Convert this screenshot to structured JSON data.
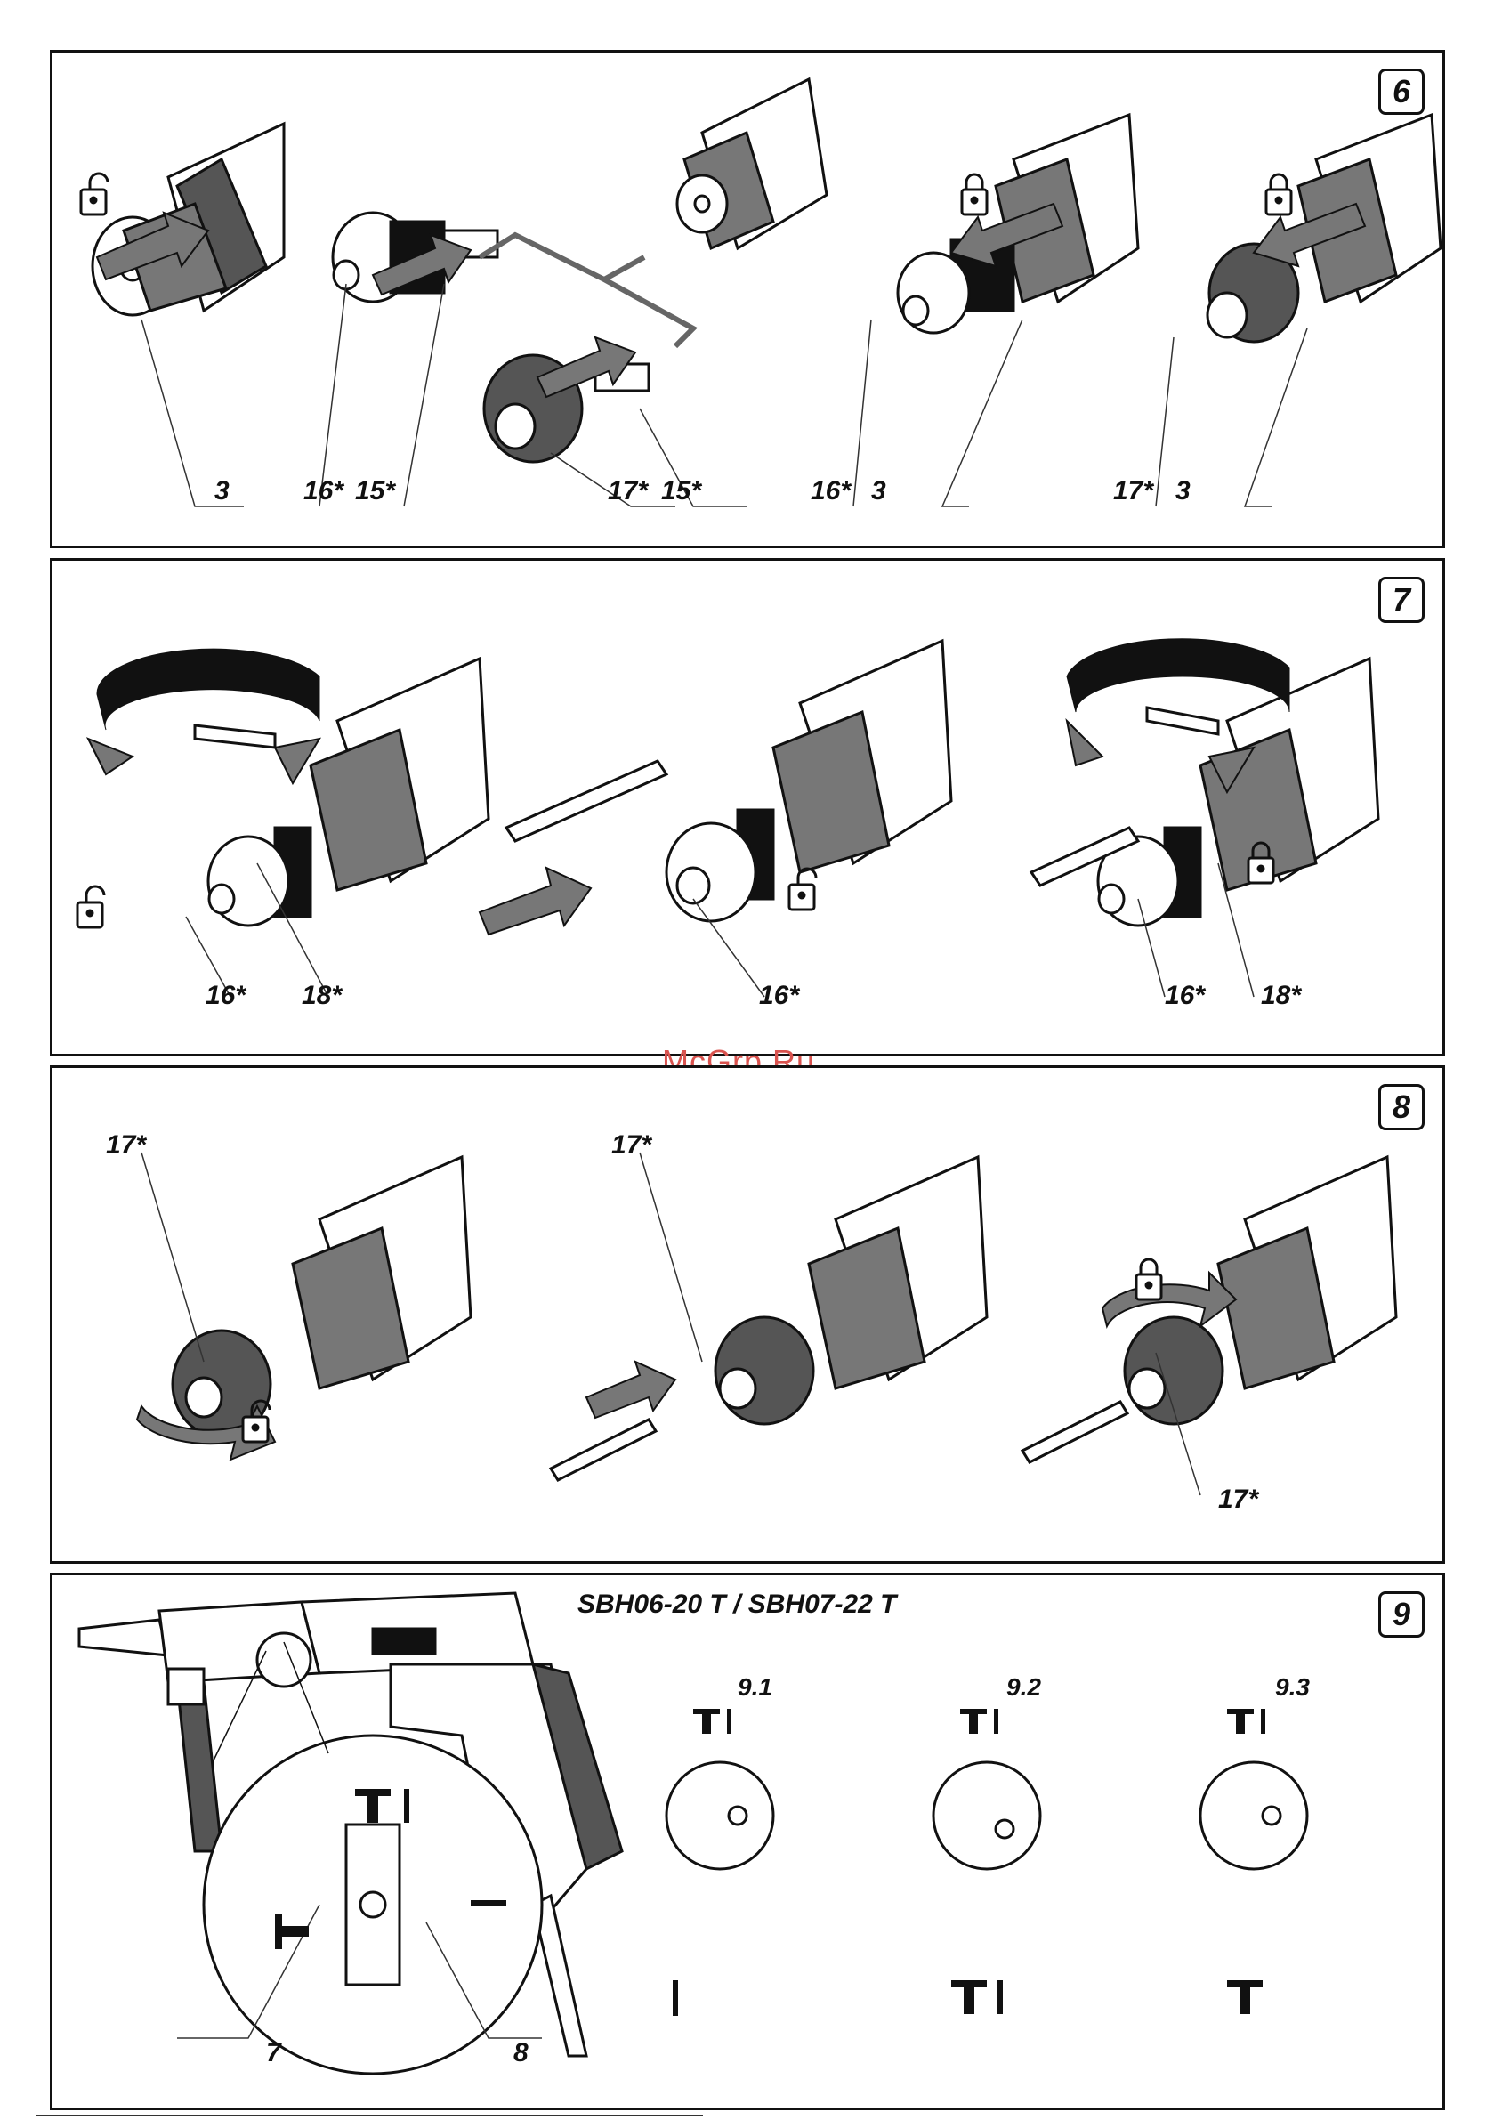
{
  "watermark": "McGrp.Ru",
  "panels": [
    {
      "number": "6",
      "labels": [
        "3",
        "16*",
        "15*",
        "17*",
        "15*",
        "16*",
        "3",
        "17*",
        "3"
      ]
    },
    {
      "number": "7",
      "labels": [
        "16*",
        "18*",
        "16*",
        "16*",
        "18*"
      ]
    },
    {
      "number": "8",
      "labels": [
        "17*",
        "17*",
        "17*"
      ]
    },
    {
      "number": "9",
      "model": "SBH06-20 T / SBH07-22 T",
      "labels": [
        "7",
        "8"
      ],
      "modes": [
        "9.1",
        "9.2",
        "9.3"
      ]
    }
  ],
  "icons": {
    "lock_open": "unlocked-padlock-icon",
    "lock_closed": "locked-padlock-icon",
    "arrow": "push-arrow-icon"
  }
}
